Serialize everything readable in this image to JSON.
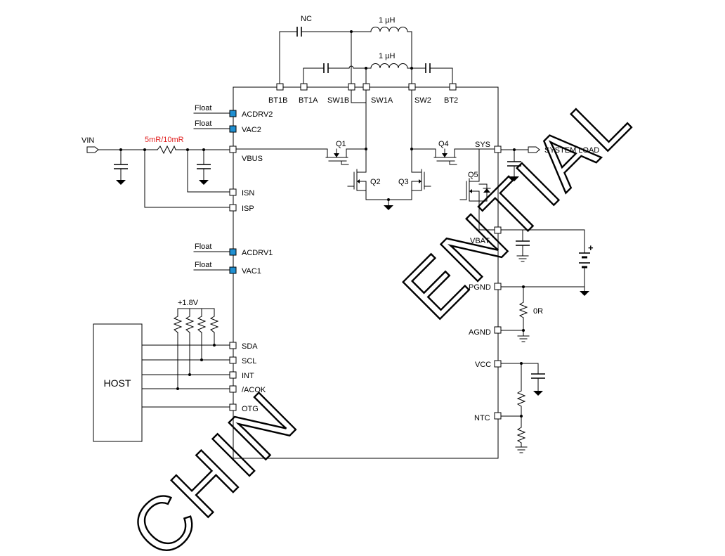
{
  "host": {
    "label": "HOST"
  },
  "vin": {
    "label": "VIN",
    "sense_resistor": "5mR/10mR"
  },
  "system_load": {
    "label": "SYSTEM LOAD"
  },
  "pull_up": {
    "label": "+1.8V"
  },
  "inductors": {
    "top": "1 µH",
    "bottom": "1 µH"
  },
  "nc_cap": {
    "label": "NC"
  },
  "float_labels": [
    "Float",
    "Float",
    "Float",
    "Float"
  ],
  "left_pins": [
    "ACDRV2",
    "VAC2",
    "VBUS",
    "ISN",
    "ISP",
    "ACDRV1",
    "VAC1",
    "SDA",
    "SCL",
    "INT",
    "/ACOK",
    "OTG"
  ],
  "top_pins": [
    "BT1B",
    "BT1A",
    "SW1B",
    "SW1A",
    "SW2",
    "BT2"
  ],
  "right_pins": [
    "SYS",
    "VBAT",
    "PGND",
    "AGND",
    "VCC",
    "NTC"
  ],
  "transistors": [
    "Q1",
    "Q2",
    "Q3",
    "Q4",
    "Q5"
  ],
  "resistor_0r": "0R",
  "battery": {
    "polarity": "+"
  },
  "watermark": {
    "upper": "ENTIAL",
    "lower": "CHIN"
  },
  "colors": {
    "accent_red": "#e02020",
    "pin_blue": "#1f8fd1"
  }
}
